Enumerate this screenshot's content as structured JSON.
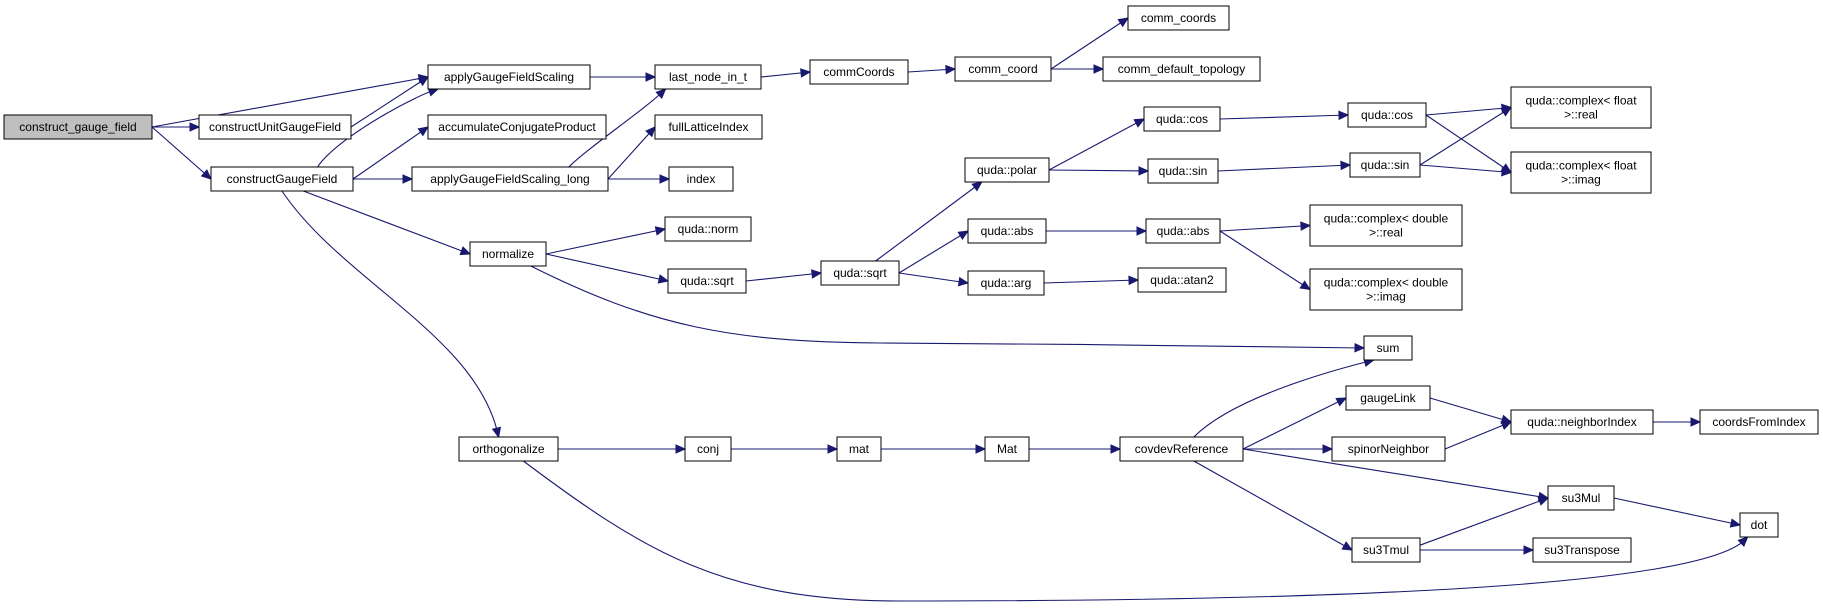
{
  "colors": {
    "edge": "#191970",
    "root_fill": "#bfbfbf",
    "node_fill": "#ffffff",
    "border": "#000000"
  },
  "nodes": {
    "construct_gauge_field": {
      "label": [
        "construct_gauge_field"
      ],
      "root": true
    },
    "constructUnitGaugeField": {
      "label": [
        "constructUnitGaugeField"
      ]
    },
    "constructGaugeField": {
      "label": [
        "constructGaugeField"
      ]
    },
    "applyGaugeFieldScaling": {
      "label": [
        "applyGaugeFieldScaling"
      ]
    },
    "accumulateConjugateProduct": {
      "label": [
        "accumulateConjugateProduct"
      ]
    },
    "applyGaugeFieldScaling_long": {
      "label": [
        "applyGaugeFieldScaling_long"
      ]
    },
    "normalize": {
      "label": [
        "normalize"
      ]
    },
    "orthogonalize": {
      "label": [
        "orthogonalize"
      ]
    },
    "last_node_in_t": {
      "label": [
        "last_node_in_t"
      ]
    },
    "fullLatticeIndex": {
      "label": [
        "fullLatticeIndex"
      ]
    },
    "index": {
      "label": [
        "index"
      ]
    },
    "commCoords": {
      "label": [
        "commCoords"
      ]
    },
    "comm_coord": {
      "label": [
        "comm_coord"
      ]
    },
    "comm_coords": {
      "label": [
        "comm_coords"
      ]
    },
    "comm_default_topology": {
      "label": [
        "comm_default_topology"
      ]
    },
    "quda_norm": {
      "label": [
        "quda::norm"
      ]
    },
    "quda_sqrt_a": {
      "label": [
        "quda::sqrt"
      ]
    },
    "quda_sqrt_b": {
      "label": [
        "quda::sqrt"
      ]
    },
    "quda_polar": {
      "label": [
        "quda::polar"
      ]
    },
    "quda_abs_a": {
      "label": [
        "quda::abs"
      ]
    },
    "quda_arg": {
      "label": [
        "quda::arg"
      ]
    },
    "quda_cos_a": {
      "label": [
        "quda::cos"
      ]
    },
    "quda_sin_a": {
      "label": [
        "quda::sin"
      ]
    },
    "quda_abs_b": {
      "label": [
        "quda::abs"
      ]
    },
    "quda_atan2": {
      "label": [
        "quda::atan2"
      ]
    },
    "quda_cos_b": {
      "label": [
        "quda::cos"
      ]
    },
    "quda_sin_b": {
      "label": [
        "quda::sin"
      ]
    },
    "cf_real": {
      "label": [
        "quda::complex< float",
        ">::real"
      ]
    },
    "cf_imag": {
      "label": [
        "quda::complex< float",
        ">::imag"
      ]
    },
    "cd_real": {
      "label": [
        "quda::complex< double",
        ">::real"
      ]
    },
    "cd_imag": {
      "label": [
        "quda::complex< double",
        ">::imag"
      ]
    },
    "sum": {
      "label": [
        "sum"
      ]
    },
    "conj": {
      "label": [
        "conj"
      ]
    },
    "mat": {
      "label": [
        "mat"
      ]
    },
    "Mat": {
      "label": [
        "Mat"
      ]
    },
    "covdevReference": {
      "label": [
        "covdevReference"
      ]
    },
    "gaugeLink": {
      "label": [
        "gaugeLink"
      ]
    },
    "spinorNeighbor": {
      "label": [
        "spinorNeighbor"
      ]
    },
    "su3Mul": {
      "label": [
        "su3Mul"
      ]
    },
    "su3Tmul": {
      "label": [
        "su3Tmul"
      ]
    },
    "su3Transpose": {
      "label": [
        "su3Transpose"
      ]
    },
    "quda_neighborIndex": {
      "label": [
        "quda::neighborIndex"
      ]
    },
    "coordsFromIndex": {
      "label": [
        "coordsFromIndex"
      ]
    },
    "dot": {
      "label": [
        "dot"
      ]
    }
  },
  "edges": [
    [
      "construct_gauge_field",
      "constructUnitGaugeField"
    ],
    [
      "construct_gauge_field",
      "applyGaugeFieldScaling"
    ],
    [
      "construct_gauge_field",
      "constructGaugeField"
    ],
    [
      "constructUnitGaugeField",
      "applyGaugeFieldScaling"
    ],
    [
      "constructGaugeField",
      "applyGaugeFieldScaling"
    ],
    [
      "constructGaugeField",
      "accumulateConjugateProduct"
    ],
    [
      "constructGaugeField",
      "applyGaugeFieldScaling_long"
    ],
    [
      "constructGaugeField",
      "normalize"
    ],
    [
      "constructGaugeField",
      "orthogonalize"
    ],
    [
      "applyGaugeFieldScaling",
      "last_node_in_t"
    ],
    [
      "applyGaugeFieldScaling_long",
      "last_node_in_t"
    ],
    [
      "applyGaugeFieldScaling_long",
      "fullLatticeIndex"
    ],
    [
      "applyGaugeFieldScaling_long",
      "index"
    ],
    [
      "last_node_in_t",
      "commCoords"
    ],
    [
      "commCoords",
      "comm_coord"
    ],
    [
      "comm_coord",
      "comm_coords"
    ],
    [
      "comm_coord",
      "comm_default_topology"
    ],
    [
      "normalize",
      "quda_norm"
    ],
    [
      "normalize",
      "quda_sqrt_a"
    ],
    [
      "normalize",
      "sum"
    ],
    [
      "quda_sqrt_a",
      "quda_sqrt_b"
    ],
    [
      "quda_sqrt_b",
      "quda_polar"
    ],
    [
      "quda_sqrt_b",
      "quda_abs_a"
    ],
    [
      "quda_sqrt_b",
      "quda_arg"
    ],
    [
      "quda_polar",
      "quda_cos_a"
    ],
    [
      "quda_polar",
      "quda_sin_a"
    ],
    [
      "quda_cos_a",
      "quda_cos_b"
    ],
    [
      "quda_sin_a",
      "quda_sin_b"
    ],
    [
      "quda_cos_b",
      "cf_real"
    ],
    [
      "quda_cos_b",
      "cf_imag"
    ],
    [
      "quda_sin_b",
      "cf_real"
    ],
    [
      "quda_sin_b",
      "cf_imag"
    ],
    [
      "quda_abs_a",
      "quda_abs_b"
    ],
    [
      "quda_abs_b",
      "cd_real"
    ],
    [
      "quda_abs_b",
      "cd_imag"
    ],
    [
      "quda_arg",
      "quda_atan2"
    ],
    [
      "orthogonalize",
      "conj"
    ],
    [
      "orthogonalize",
      "dot"
    ],
    [
      "conj",
      "mat"
    ],
    [
      "mat",
      "Mat"
    ],
    [
      "Mat",
      "covdevReference"
    ],
    [
      "covdevReference",
      "sum"
    ],
    [
      "covdevReference",
      "gaugeLink"
    ],
    [
      "covdevReference",
      "spinorNeighbor"
    ],
    [
      "covdevReference",
      "su3Mul"
    ],
    [
      "covdevReference",
      "su3Tmul"
    ],
    [
      "gaugeLink",
      "quda_neighborIndex"
    ],
    [
      "spinorNeighbor",
      "quda_neighborIndex"
    ],
    [
      "quda_neighborIndex",
      "coordsFromIndex"
    ],
    [
      "su3Mul",
      "dot"
    ],
    [
      "su3Tmul",
      "su3Mul"
    ],
    [
      "su3Tmul",
      "su3Transpose"
    ]
  ]
}
